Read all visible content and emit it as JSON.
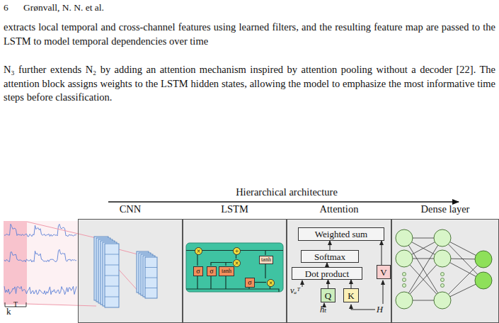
{
  "diagram": {
    "nodes": [
      {
        "text": [
          "CNN"
        ]
      },
      {
        "text": [
          "LSTM"
        ]
      },
      {
        "text": [
          "Attention"
        ]
      },
      {
        "text": [
          "Dense layer"
        ]
      },
      {
        "text": [
          "Weighted sum"
        ],
        "in": 2
      },
      {
        "text": [
          "Softmax"
        ],
        "in": 2
      },
      {
        "text": [
          "Dot product"
        ],
        "in": 2
      },
      {
        "text": [
          "V"
        ],
        "in": 2
      },
      {
        "text": [
          "Q"
        ],
        "in": 2
      },
      {
        "text": [
          "K"
        ],
        "in": 2
      },
      {
        "text": [
          "×"
        ],
        "in": 1
      },
      {
        "text": [
          "+"
        ],
        "in": 1
      },
      {
        "text": [
          "×"
        ],
        "in": 1
      },
      {
        "text": [
          "tanh"
        ],
        "in": 1
      },
      {
        "text": [
          "σ"
        ],
        "in": 1
      },
      {
        "text": [
          "σ"
        ],
        "in": 1
      },
      {
        "text": [
          "tanh"
        ],
        "in": 1
      },
      {
        "text": [
          "σ"
        ],
        "in": 1
      },
      {
        "text": [
          "×"
        ],
        "in": 1
      }
    ],
    "edges": [
      {
        "from": 8,
        "to": 6,
        "arrow": "to"
      },
      {
        "from": 9,
        "to": 6,
        "arrow": "to"
      },
      {
        "from": 6,
        "to": 5,
        "arrow": "to"
      },
      {
        "from": 5,
        "to": 4,
        "arrow": "to"
      },
      {
        "from": 7,
        "to": 4,
        "arrow": "to"
      }
    ],
    "labels": [
      "6",
      "Grønvall, N. N. et al.",
      "extracts local temporal and cross-channel features using learned filters, and the resulting feature map are passed to the LSTM to model temporal dependencies over time",
      "N₃ further extends N₂ by adding an attention mechanism inspired by attention pooling without a decoder [22]. The attention block assigns weights to the LSTM hidden states, allowing the model to emphasize the most informative time steps before classification.",
      "Hierarchical architecture",
      "k",
      "T",
      "vₐᵀ",
      "hₜ",
      "H"
    ]
  }
}
